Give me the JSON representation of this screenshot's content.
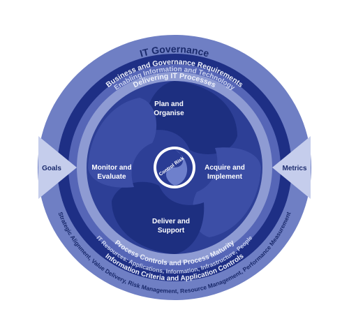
{
  "diagram": {
    "outer_ring_top": "IT Governance",
    "ring_business": "Business and Governance Requirements",
    "ring_enabling": "Enabling Information and Technology",
    "ring_delivering": "Delivering IT Processes",
    "quadrants": {
      "plan": [
        "Plan and",
        "Organise"
      ],
      "acquire": [
        "Acquire and",
        "Implement"
      ],
      "deliver": [
        "Deliver and",
        "Support"
      ],
      "monitor": [
        "Monitor and",
        "Evaluate"
      ]
    },
    "side_left": "Goals",
    "side_right": "Metrics",
    "ring_process_controls": "Process Controls and Process Maturity",
    "ring_it_resources": "IT Resources: Applications, Information, Infrastructure, People",
    "ring_info_criteria": "Information Criteria and Application Controls",
    "ring_outer_bottom": "Strategic Alignment, Value Delivery, Risk Management, Resource Management, Performance Measurement",
    "center_label_a": "Control",
    "center_label_b": "Risk"
  },
  "colors": {
    "outer": "#6f7fc4",
    "band_dark": "#1e2f85",
    "band_mid": "#5666b7",
    "inner_light": "#8e9bd3",
    "swirl_dark": "#1d2f80",
    "swirl_light": "#3c4ea6"
  }
}
